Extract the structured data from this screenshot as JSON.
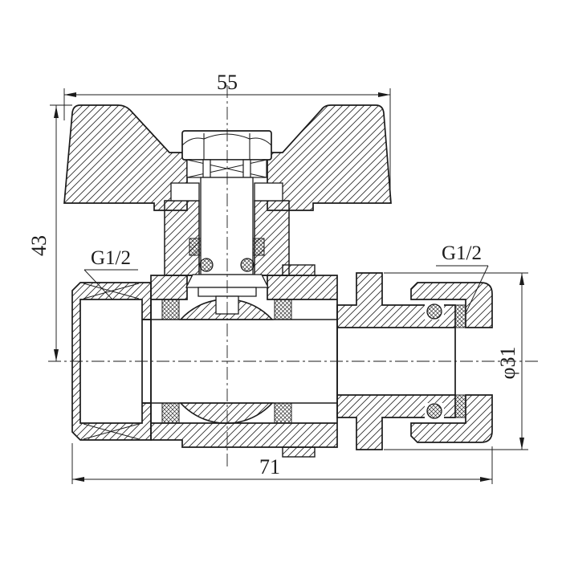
{
  "drawing": {
    "dimensions": {
      "top_width": "55",
      "left_height": "43",
      "bottom_length": "71",
      "right_diameter": "φ31"
    },
    "labels": {
      "left_thread": "G1/2",
      "right_thread": "G1/2"
    },
    "colors": {
      "line": "#1b1b1b",
      "background": "#ffffff"
    }
  }
}
